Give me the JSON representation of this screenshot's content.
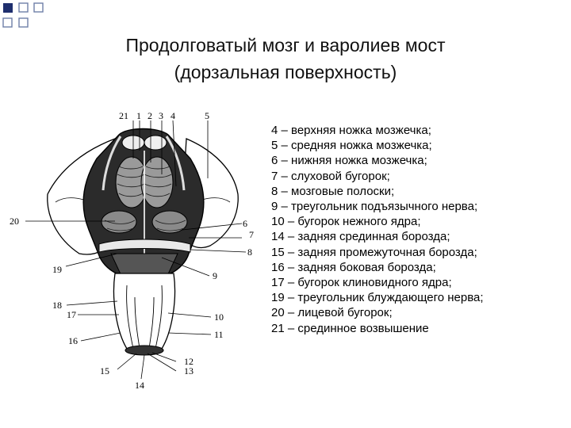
{
  "title_line1": "Продолговатый мозг и варолиев мост",
  "title_line2": "(дорзальная поверхность)",
  "legend": [
    {
      "num": "4",
      "text": "верхняя ножка мозжечка;"
    },
    {
      "num": "5",
      "text": "средняя ножка мозжечка;"
    },
    {
      "num": "6",
      "text": "нижняя ножка мозжечка;"
    },
    {
      "num": "7",
      "text": "слуховой бугорок;"
    },
    {
      "num": "8",
      "text": "мозговые полоски;"
    },
    {
      "num": "9",
      "text": "треугольник подъязычного нерва;"
    },
    {
      "num": "10",
      "text": "бугорок нежного ядра;"
    },
    {
      "num": "14",
      "text": "задняя срединная борозда;"
    },
    {
      "num": "15",
      "text": "задняя промежуточная борозда;"
    },
    {
      "num": "16",
      "text": "задняя боковая борозда;"
    },
    {
      "num": "17",
      "text": "бугорок клиновидного ядра;"
    },
    {
      "num": "19",
      "text": "треугольник блуждающего нерва;"
    },
    {
      "num": "20",
      "text": "лицевой бугорок;"
    },
    {
      "num": "21",
      "text": "срединное возвышение"
    }
  ],
  "figure_labels": {
    "l21": "21",
    "l1": "1",
    "l2": "2",
    "l3": "3",
    "l4": "4",
    "l5": "5",
    "l20": "20",
    "l6": "6",
    "l7": "7",
    "l8": "8",
    "l19": "19",
    "l9": "9",
    "l18": "18",
    "l17": "17",
    "l10": "10",
    "l16": "16",
    "l11": "11",
    "l12": "12",
    "l13": "13",
    "l15": "15",
    "l14": "14"
  },
  "colors": {
    "bullet": "#1f2f6e",
    "title": "#111111",
    "text": "#000000"
  }
}
